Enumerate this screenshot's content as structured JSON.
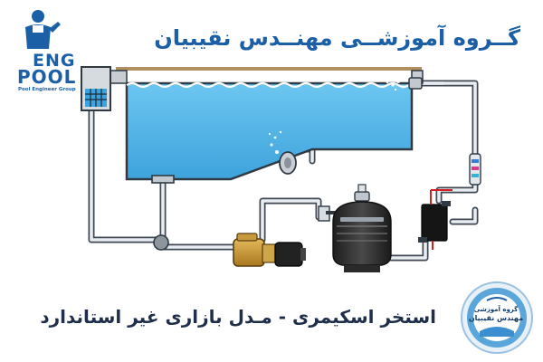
{
  "header": {
    "title": "گــروه آموزشــی مهنــدس نقیبیان"
  },
  "caption": {
    "text": "استخر اسکیمری - مـدل بازاری غیر استاندارد"
  },
  "logo": {
    "word_top": "ENG",
    "word_bottom": "POOL",
    "tagline": "Pool Engineer Group"
  },
  "badge": {
    "line1": "گروه آموزشی",
    "line2": "مهندس نقیبیان"
  },
  "colors": {
    "title": "#1b5fa6",
    "caption": "#1f2e4a",
    "water": "#5ab8e8",
    "pipe_fill": "#e9edf2",
    "pipe_stroke": "#3f4852",
    "hot_line": "#d62020",
    "coping": "#b09060"
  }
}
